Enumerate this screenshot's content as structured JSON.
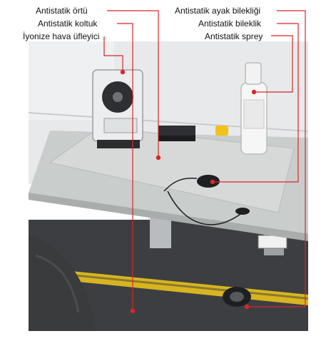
{
  "labels": {
    "mat": "Antistatik örtü",
    "chair": "Antistatik koltuk",
    "ionizer": "İyonize hava üfleyici",
    "ankle_strap": "Antistatik ayak bilekliği",
    "wrist_strap": "Antistatik bileklik",
    "spray": "Antistatik sprey"
  },
  "colors": {
    "leader": "#d9262b",
    "label_text": "#111111",
    "wall": "#e9ebec",
    "desk_top": "#cfd3d1",
    "floor": "#3b3d40",
    "warning_tape": "#e8c21e"
  },
  "icons": {
    "dot": "leader-endpoint-dot"
  }
}
